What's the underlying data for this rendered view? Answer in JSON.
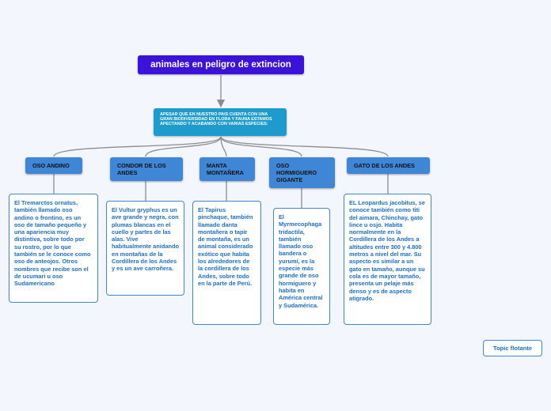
{
  "title": "animales en peligro de extincion",
  "intro": "APESAR QUE EN NUESTRO PAIS CUENTA CON UNA GRAN BIODIVERSIDAD EN FLORA Y FAUNA ESTAMOS APECTANDO Y ACABANDO CON VARIAS ESPECIES:",
  "categories": [
    {
      "label": "OSO ANDINO",
      "description": "El Tremarctos ornatus, también llamado oso andino o frontino, es un oso de tamaño pequeño y una apariencia muy distintiva, sobre todo por su rostro, por lo que también se le conoce como oso de anteojos. Otros nombres que recibe son el de ucumari u oso Sudamericano"
    },
    {
      "label": "CONDOR DE LOS ANDES",
      "description": "El Vultur gryphus es un ave grande y negra, con plumas blancas en el cuello y partes de las alas. Vive habitualmente anidando en montañas de la Cordillera de los Andes y es un ave carroñera."
    },
    {
      "label": "MANTA MONTAÑERA",
      "description": "El Tapirus pinchaque, también llamado danta montañera o tapir de montaña, es un animal considerado exótico que habita los alrededores de la cordillera de los Andes, sobre todo en la parte de Perú."
    },
    {
      "label": "OSO HORMIGUERO GIGANTE",
      "description": "El Myrmecophaga tridactila, también llamado oso bandera o yurumí, es la especie más grande de oso hormiguero y habita en América central y Sudamérica."
    },
    {
      "label": "GATO DE LOS ANDES",
      "description": "EL Leopardus jacobitus, se conoce también como titi del aimara, Chinchay, gato lince u osjo. Habita normalmente en la Cordillera de los Andes a altitudes entre 300 y 4.800 metros a nivel del mar. Su aspecto es similar a un gato en tamaño, aunque su cola es de mayor tamaño, presenta un pelaje más denso y es de aspecto atigrado."
    }
  ],
  "floating_topic": "Topic flotante",
  "colors": {
    "background": "#f3f6fd",
    "title_fill": "#3a12d9",
    "intro_fill": "#1c9bcc",
    "category_fill": "#3f86d6",
    "description_text": "#1e6fcf",
    "connector": "#8c8c8c"
  }
}
